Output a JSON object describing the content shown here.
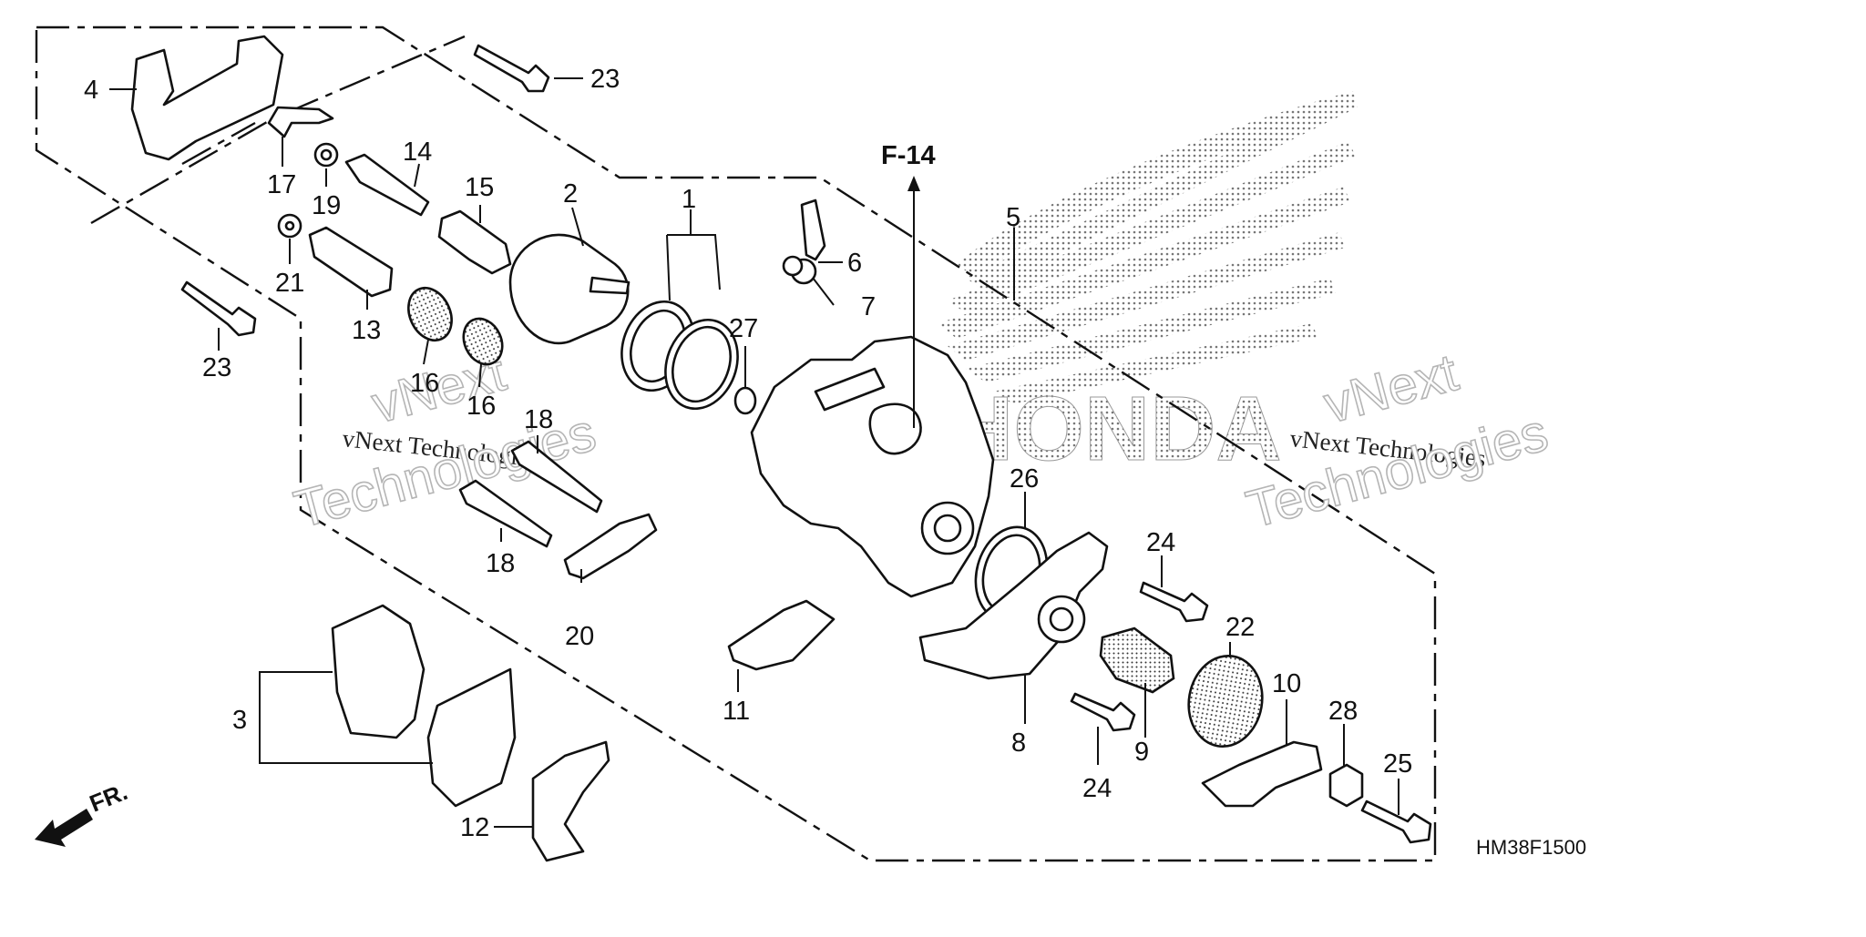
{
  "diagram": {
    "code": "HM38F1500",
    "ref_label": "F-14",
    "front_label": "FR.",
    "brand": "HONDA",
    "watermarks": [
      "vNext Technologies",
      "vNext",
      "Technologies"
    ],
    "accent_color": "#111111",
    "callouts": [
      {
        "id": "p1",
        "label": "1"
      },
      {
        "id": "p2",
        "label": "2"
      },
      {
        "id": "p3",
        "label": "3"
      },
      {
        "id": "p4",
        "label": "4"
      },
      {
        "id": "p5",
        "label": "5"
      },
      {
        "id": "p6",
        "label": "6"
      },
      {
        "id": "p7",
        "label": "7"
      },
      {
        "id": "p8",
        "label": "8"
      },
      {
        "id": "p9",
        "label": "9"
      },
      {
        "id": "p10",
        "label": "10"
      },
      {
        "id": "p11",
        "label": "11"
      },
      {
        "id": "p12",
        "label": "12"
      },
      {
        "id": "p13",
        "label": "13"
      },
      {
        "id": "p14",
        "label": "14"
      },
      {
        "id": "p15",
        "label": "15"
      },
      {
        "id": "p16a",
        "label": "16"
      },
      {
        "id": "p16b",
        "label": "16"
      },
      {
        "id": "p17",
        "label": "17"
      },
      {
        "id": "p18a",
        "label": "18"
      },
      {
        "id": "p18b",
        "label": "18"
      },
      {
        "id": "p19",
        "label": "19"
      },
      {
        "id": "p20",
        "label": "20"
      },
      {
        "id": "p21",
        "label": "21"
      },
      {
        "id": "p22",
        "label": "22"
      },
      {
        "id": "p23a",
        "label": "23"
      },
      {
        "id": "p23b",
        "label": "23"
      },
      {
        "id": "p24a",
        "label": "24"
      },
      {
        "id": "p24b",
        "label": "24"
      },
      {
        "id": "p25",
        "label": "25"
      },
      {
        "id": "p26",
        "label": "26"
      },
      {
        "id": "p27",
        "label": "27"
      },
      {
        "id": "p28",
        "label": "28"
      }
    ]
  }
}
